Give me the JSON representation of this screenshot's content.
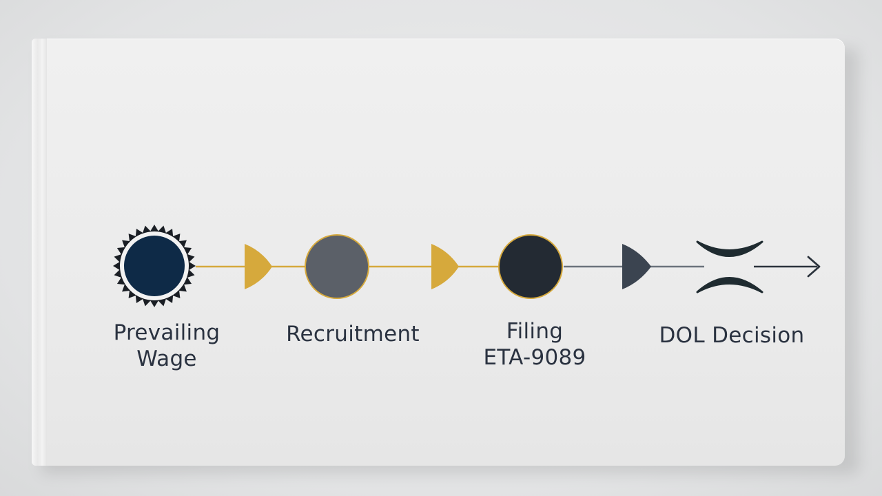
{
  "steps": [
    {
      "line1": "Prevailing",
      "line2": "Wage",
      "icon": "sun-badge-icon",
      "fill": "#0e2a47"
    },
    {
      "line1": "Recruitment",
      "line2": "",
      "icon": "circle-icon",
      "fill": "#5b6068"
    },
    {
      "line1": "Filing",
      "line2": "ETA-9089",
      "icon": "circle-icon",
      "fill": "#232a33"
    },
    {
      "line1": "DOL Decision",
      "line2": "",
      "icon": "split-arcs-icon",
      "fill": "#1f2b30"
    }
  ],
  "colors": {
    "gold": "#d6a93c",
    "slate": "#3b4450",
    "connector_dark": "#5c6470"
  }
}
